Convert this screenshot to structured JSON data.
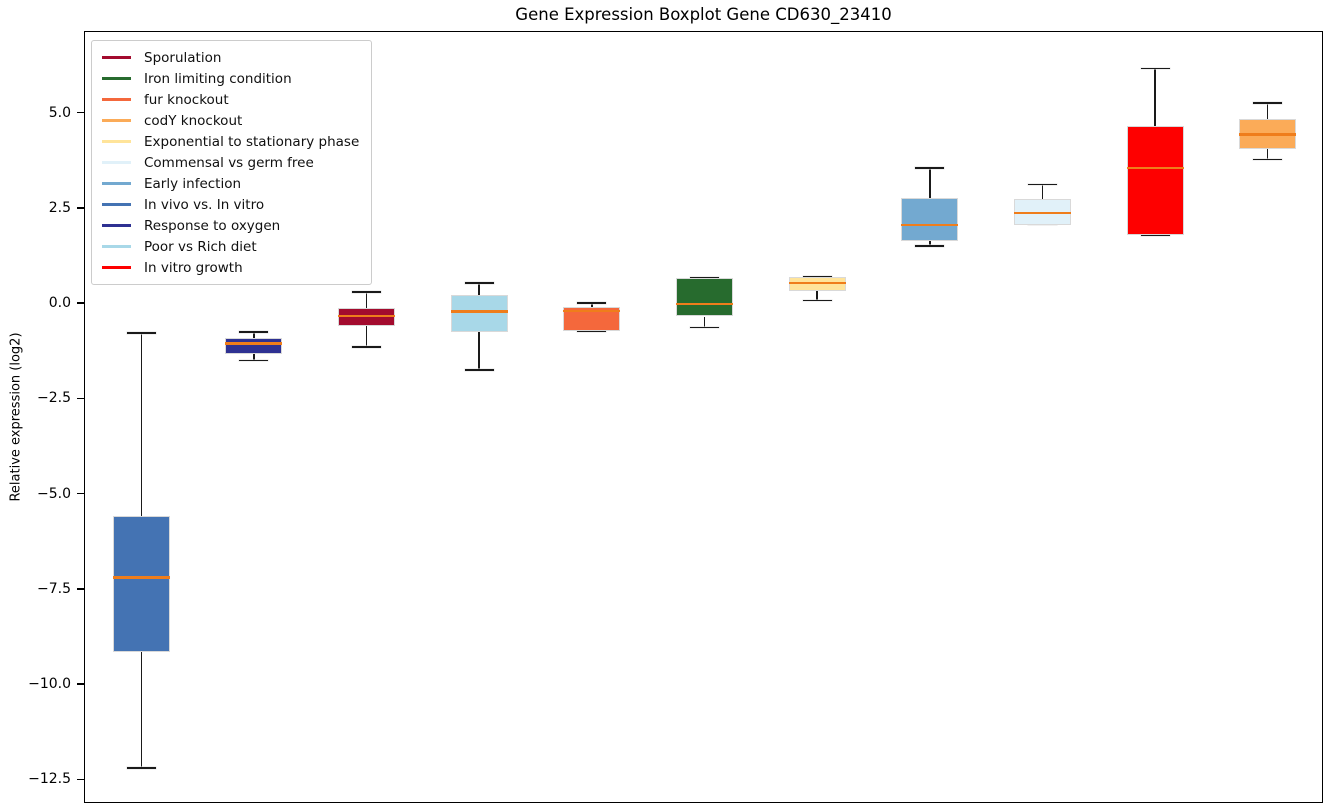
{
  "figure": {
    "background": "#ffffff"
  },
  "chart_data": {
    "type": "boxplot",
    "title": "Gene Expression Boxplot Gene CD630_23410",
    "xlabel": "",
    "ylabel": "Relative expression (log2)",
    "ylim": [
      -13.15,
      7.12
    ],
    "yticks": [
      5.0,
      2.5,
      0.0,
      -2.5,
      -5.0,
      -7.5,
      -10.0,
      -12.5
    ],
    "ytick_labels": [
      "5.0",
      "2.5",
      "0.0",
      "−2.5",
      "−5.0",
      "−7.5",
      "−10.0",
      "−12.5"
    ],
    "xtick_labels": [],
    "grid": false,
    "legend_position": "upper left",
    "median_color": "#ef7d1b",
    "whisker_color": "#1a1a1a",
    "legend": [
      {
        "label": "Sporulation",
        "color": "#a30b2e"
      },
      {
        "label": "Iron limiting condition",
        "color": "#276b2e"
      },
      {
        "label": "fur knockout",
        "color": "#f4683c"
      },
      {
        "label": "codY knockout",
        "color": "#fbab58"
      },
      {
        "label": "Exponential to stationary phase",
        "color": "#ffe49a"
      },
      {
        "label": "Commensal vs germ free",
        "color": "#e1f1f9"
      },
      {
        "label": "Early infection",
        "color": "#73a9d0"
      },
      {
        "label": "In vivo vs. In vitro",
        "color": "#4473b3"
      },
      {
        "label": "Response to oxygen",
        "color": "#2e3192"
      },
      {
        "label": "Poor vs Rich diet",
        "color": "#a8d8e8"
      },
      {
        "label": "In vitro growth",
        "color": "#fe0000"
      }
    ],
    "series": [
      {
        "name": "In vivo vs. In vitro",
        "color": "#4473b3",
        "whislo": -12.2,
        "q1": -9.15,
        "med": -7.2,
        "q3": -5.6,
        "whishi": -0.78
      },
      {
        "name": "Response to oxygen",
        "color": "#2e3192",
        "whislo": -1.5,
        "q1": -1.33,
        "med": -1.06,
        "q3": -0.92,
        "whishi": -0.76
      },
      {
        "name": "Sporulation",
        "color": "#a30b2e",
        "whislo": -1.15,
        "q1": -0.6,
        "med": -0.33,
        "q3": -0.13,
        "whishi": 0.29
      },
      {
        "name": "Poor vs Rich diet",
        "color": "#a8d8e8",
        "whislo": -1.75,
        "q1": -0.76,
        "med": -0.22,
        "q3": 0.21,
        "whishi": 0.53
      },
      {
        "name": "fur knockout",
        "color": "#f4683c",
        "whislo": -0.74,
        "q1": -0.74,
        "med": -0.2,
        "q3": -0.1,
        "whishi": 0.0
      },
      {
        "name": "Iron limiting condition",
        "color": "#276b2e",
        "whislo": -0.64,
        "q1": -0.35,
        "med": -0.02,
        "q3": 0.66,
        "whishi": 0.66
      },
      {
        "name": "Exponential to stationary phase",
        "color": "#ffe49a",
        "whislo": 0.07,
        "q1": 0.31,
        "med": 0.53,
        "q3": 0.69,
        "whishi": 0.69
      },
      {
        "name": "Early infection",
        "color": "#73a9d0",
        "whislo": 1.5,
        "q1": 1.62,
        "med": 2.05,
        "q3": 2.75,
        "whishi": 3.55
      },
      {
        "name": "Commensal vs germ free",
        "color": "#e1f1f9",
        "whislo": 2.06,
        "q1": 2.06,
        "med": 2.37,
        "q3": 2.74,
        "whishi": 3.11
      },
      {
        "name": "In vitro growth",
        "color": "#fe0000",
        "whislo": 1.78,
        "q1": 1.78,
        "med": 3.55,
        "q3": 4.65,
        "whishi": 6.16
      },
      {
        "name": "codY knockout",
        "color": "#fbab58",
        "whislo": 3.77,
        "q1": 4.05,
        "med": 4.43,
        "q3": 4.84,
        "whishi": 5.26
      }
    ]
  }
}
